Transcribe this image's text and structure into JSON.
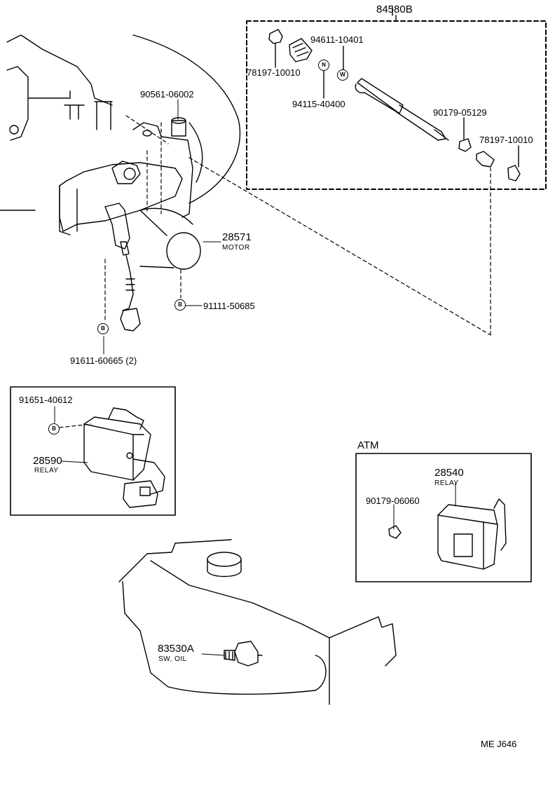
{
  "parts": {
    "kit_84580B": "84580B",
    "p_78197_10010_left": "78197-10010",
    "p_94611_10401": "94611-10401",
    "p_94115_40400": "94115-40400",
    "p_90179_05129": "90179-05129",
    "p_78197_10010_right": "78197-10010",
    "p_90561_06002": "90561-06002",
    "p_28571": "28571",
    "p_28571_desc": "MOTOR",
    "p_91111_50685": "91111-50685",
    "p_91611_60665": "91611-60665 (2)",
    "p_91651_40612": "91651-40612",
    "p_28590": "28590",
    "p_28590_desc": "RELAY",
    "atm_title": "ATM",
    "p_28540": "28540",
    "p_28540_desc": "RELAY",
    "p_90179_06060": "90179-06060",
    "p_83530A": "83530A",
    "p_83530A_desc": "SW, OIL"
  },
  "badges": {
    "n": "N",
    "w": "W",
    "b1": "B",
    "b2": "B",
    "b3": "B"
  },
  "footer": {
    "code": "ME  J646"
  },
  "colors": {
    "ink": "#000000",
    "paper": "#ffffff"
  }
}
